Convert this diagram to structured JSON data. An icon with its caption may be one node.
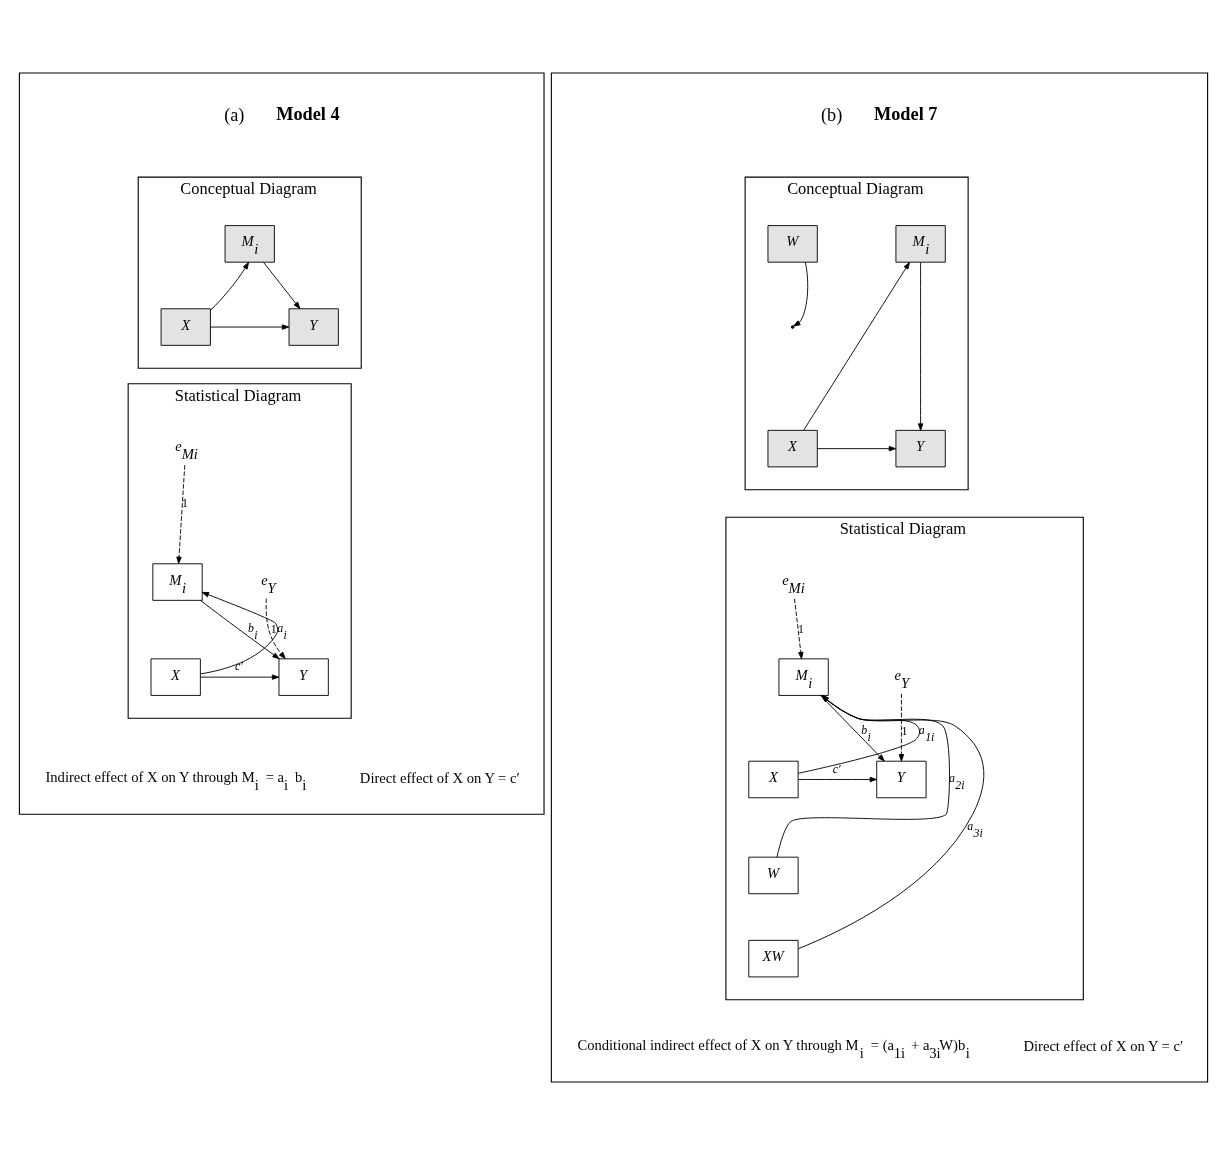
{
  "diagram": {
    "nodes": [
      {
        "text": [
          "(a)",
          "Model 4"
        ]
      },
      {
        "text": [
          "Conceptual Diagram"
        ],
        "in": 0
      },
      {
        "text": [
          "M$_{i}$"
        ],
        "in": 1
      },
      {
        "text": [
          "X"
        ],
        "in": 1
      },
      {
        "text": [
          "Y"
        ],
        "in": 1
      },
      {
        "text": [
          "Statistical Diagram"
        ],
        "in": 0
      },
      {
        "text": [
          "e$_{Mi}$"
        ],
        "in": 5
      },
      {
        "text": [
          "M$_{i}$"
        ],
        "in": 5
      },
      {
        "text": [
          "X"
        ],
        "in": 5
      },
      {
        "text": [
          "Y"
        ],
        "in": 5
      },
      {
        "text": [
          "e$_{Y}$"
        ],
        "in": 5
      },
      {
        "text": [
          "(b)",
          "Model 7"
        ]
      },
      {
        "text": [
          "Conceptual Diagram"
        ],
        "in": 11
      },
      {
        "text": [
          "W"
        ],
        "in": 12
      },
      {
        "text": [
          "M$_{i}$"
        ],
        "in": 12
      },
      {
        "text": [
          "X"
        ],
        "in": 12
      },
      {
        "text": [
          "Y"
        ],
        "in": 12
      },
      {
        "text": [
          "Statistical Diagram"
        ],
        "in": 11
      },
      {
        "text": [
          "e$_{Mi}$"
        ],
        "in": 17
      },
      {
        "text": [
          "M$_{i}$"
        ],
        "in": 17
      },
      {
        "text": [
          "X"
        ],
        "in": 17
      },
      {
        "text": [
          "Y"
        ],
        "in": 17
      },
      {
        "text": [
          "e$_{Y}$"
        ],
        "in": 17
      },
      {
        "text": [
          "W"
        ],
        "in": 17
      },
      {
        "text": [
          "XW"
        ],
        "in": 17
      }
    ],
    "edges": [
      {
        "from": 3,
        "to": 2,
        "arrow": "to"
      },
      {
        "from": 2,
        "to": 4,
        "arrow": "to"
      },
      {
        "from": 3,
        "to": 4,
        "arrow": "to"
      },
      {
        "from": 6,
        "to": 7,
        "arrow": "to",
        "style": "dashed",
        "label": "1"
      },
      {
        "from": 8,
        "to": 7,
        "arrow": "to",
        "label": "a$_{i}$"
      },
      {
        "from": 7,
        "to": 9,
        "arrow": "to",
        "label": "b$_{i}$"
      },
      {
        "from": 8,
        "to": 9,
        "arrow": "to",
        "label": "c′"
      },
      {
        "from": 10,
        "to": 9,
        "arrow": "to",
        "style": "dashed",
        "label": "1"
      },
      {
        "from": 13,
        "to": null,
        "arrow": "to"
      },
      {
        "from": 15,
        "to": 14,
        "arrow": "to"
      },
      {
        "from": 14,
        "to": 16,
        "arrow": "to"
      },
      {
        "from": 15,
        "to": 16,
        "arrow": "to"
      },
      {
        "from": 18,
        "to": 19,
        "arrow": "to",
        "style": "dashed",
        "label": "1"
      },
      {
        "from": 20,
        "to": 19,
        "arrow": "to",
        "label": "a$_{1i}$"
      },
      {
        "from": 23,
        "to": 19,
        "arrow": "to",
        "label": "a$_{2i}$"
      },
      {
        "from": 24,
        "to": 19,
        "arrow": "to",
        "label": "a$_{3i}$"
      },
      {
        "from": 19,
        "to": 21,
        "arrow": "to",
        "label": "b$_{i}$"
      },
      {
        "from": 20,
        "to": 21,
        "arrow": "to",
        "label": "c′"
      },
      {
        "from": 22,
        "to": 21,
        "arrow": "to",
        "style": "dashed",
        "label": "1"
      }
    ],
    "labels": [
      "Indirect effect of X on Y through M$_{i}$ = a$_{i}$ b$_{i}$",
      "Direct effect of X on Y = c′",
      "Conditional indirect effect of X on Y through M$_{i}$ = (a$_{1i}$ + a$_{3i}$W)b$_{i}$",
      "Direct effect of X on Y = c′"
    ]
  }
}
